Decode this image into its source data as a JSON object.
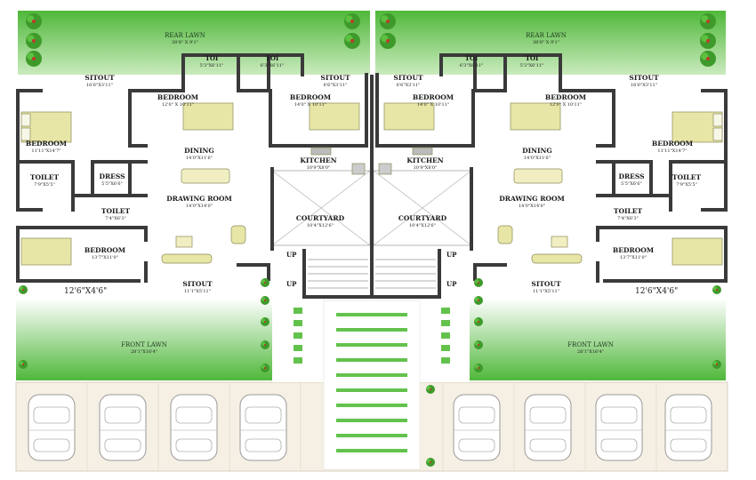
{
  "colors": {
    "lawn_dark": "#4fb83a",
    "lawn_light": "#e9f7df",
    "floor": "#ffffff",
    "wall": "#3a3a3a",
    "furniture": "#e8e6a6",
    "paving": "#f6f0e4",
    "tree_green": "#3e9a2b",
    "tree_red": "#c0392b"
  },
  "rooms": [
    {
      "key": "rear-lawn-left",
      "name": "REAR LAWN",
      "dim": "38'8\" X 9'1\""
    },
    {
      "key": "rear-lawn-right",
      "name": "REAR LAWN",
      "dim": "38'8\" X 9'1\""
    },
    {
      "key": "sitout-rear-left",
      "name": "SITOUT",
      "dim": "16'6\"X3'11\""
    },
    {
      "key": "toi-a",
      "name": "TOI",
      "dim": "5'3\"X6'11\""
    },
    {
      "key": "toi-b",
      "name": "TOI",
      "dim": "6'3\"X6'11\""
    },
    {
      "key": "sitout-rear-center-left",
      "name": "SITOUT",
      "dim": "6'6\"X3'11\""
    },
    {
      "key": "sitout-rear-center-right",
      "name": "SITOUT",
      "dim": "6'6\"X3'11\""
    },
    {
      "key": "toi-c",
      "name": "TOI",
      "dim": "6'3\"X6'11\""
    },
    {
      "key": "toi-d",
      "name": "TOI",
      "dim": "5'3\"X6'11\""
    },
    {
      "key": "sitout-rear-right",
      "name": "SITOUT",
      "dim": "16'6\"X3'11\""
    },
    {
      "key": "bedroom-a",
      "name": "BEDROOM",
      "dim": "12'0\" X 10'11\""
    },
    {
      "key": "bedroom-b",
      "name": "BEDROOM",
      "dim": "14'0\" X 10'11\""
    },
    {
      "key": "bedroom-c",
      "name": "BEDROOM",
      "dim": "14'0\" X 10'11\""
    },
    {
      "key": "bedroom-d",
      "name": "BEDROOM",
      "dim": "12'0\" X 10'11\""
    },
    {
      "key": "bedroom-e",
      "name": "BEDROOM",
      "dim": "11'11\"X14'7\""
    },
    {
      "key": "bedroom-f",
      "name": "BEDROOM",
      "dim": "11'11\"X14'7\""
    },
    {
      "key": "dining-left",
      "name": "DINING",
      "dim": "14'0\"X11'6\""
    },
    {
      "key": "dining-right",
      "name": "DINING",
      "dim": "14'0\"X11'6\""
    },
    {
      "key": "kitchen-left",
      "name": "KITCHEN",
      "dim": "10'9\"X8'0\""
    },
    {
      "key": "kitchen-right",
      "name": "KITCHEN",
      "dim": "10'9\"X8'0\""
    },
    {
      "key": "toilet-a",
      "name": "TOILET",
      "dim": "7'9\"X5'5\""
    },
    {
      "key": "dress-a",
      "name": "DRESS",
      "dim": "5'5\"X6'6\""
    },
    {
      "key": "dress-b",
      "name": "DRESS",
      "dim": "5'5\"X6'6\""
    },
    {
      "key": "toilet-b",
      "name": "TOILET",
      "dim": "7'9\"X5'5\""
    },
    {
      "key": "drawing-left",
      "name": "DRAWING ROOM",
      "dim": "14'0\"X14'0\""
    },
    {
      "key": "drawing-right",
      "name": "DRAWING ROOM",
      "dim": "14'0\"X14'0\""
    },
    {
      "key": "toilet-c",
      "name": "TOILET",
      "dim": "7'4\"X6'3\""
    },
    {
      "key": "toilet-d",
      "name": "TOILET",
      "dim": "7'4\"X6'3\""
    },
    {
      "key": "courtyard-left",
      "name": "COURTYARD",
      "dim": "10'4\"X12'6\""
    },
    {
      "key": "courtyard-right",
      "name": "COURTYARD",
      "dim": "10'4\"X12'6\""
    },
    {
      "key": "bedroom-g",
      "name": "BEDROOM",
      "dim": "13'7\"X11'0\""
    },
    {
      "key": "bedroom-h",
      "name": "BEDROOM",
      "dim": "13'7\"X11'0\""
    },
    {
      "key": "sitout-front-left",
      "name": "SITOUT",
      "dim": "11'1\"X5'11\""
    },
    {
      "key": "sitout-front-right",
      "name": "SITOUT",
      "dim": "11'1\"X5'11\""
    },
    {
      "key": "front-lawn-left",
      "name": "FRONT LAWN",
      "dim": "28'1\"X16'4\""
    },
    {
      "key": "front-lawn-right",
      "name": "FRONT LAWN",
      "dim": "28'1\"X16'4\""
    }
  ],
  "dimension_labels": [
    {
      "key": "porch-left",
      "text": "12'6\"X4'6\""
    },
    {
      "key": "porch-right",
      "text": "12'6\"X4'6\""
    }
  ],
  "stair_labels": [
    {
      "key": "up-1",
      "text": "UP"
    },
    {
      "key": "up-2",
      "text": "UP"
    },
    {
      "key": "up-3",
      "text": "UP"
    },
    {
      "key": "up-4",
      "text": "UP"
    }
  ],
  "parking_spaces": 8
}
